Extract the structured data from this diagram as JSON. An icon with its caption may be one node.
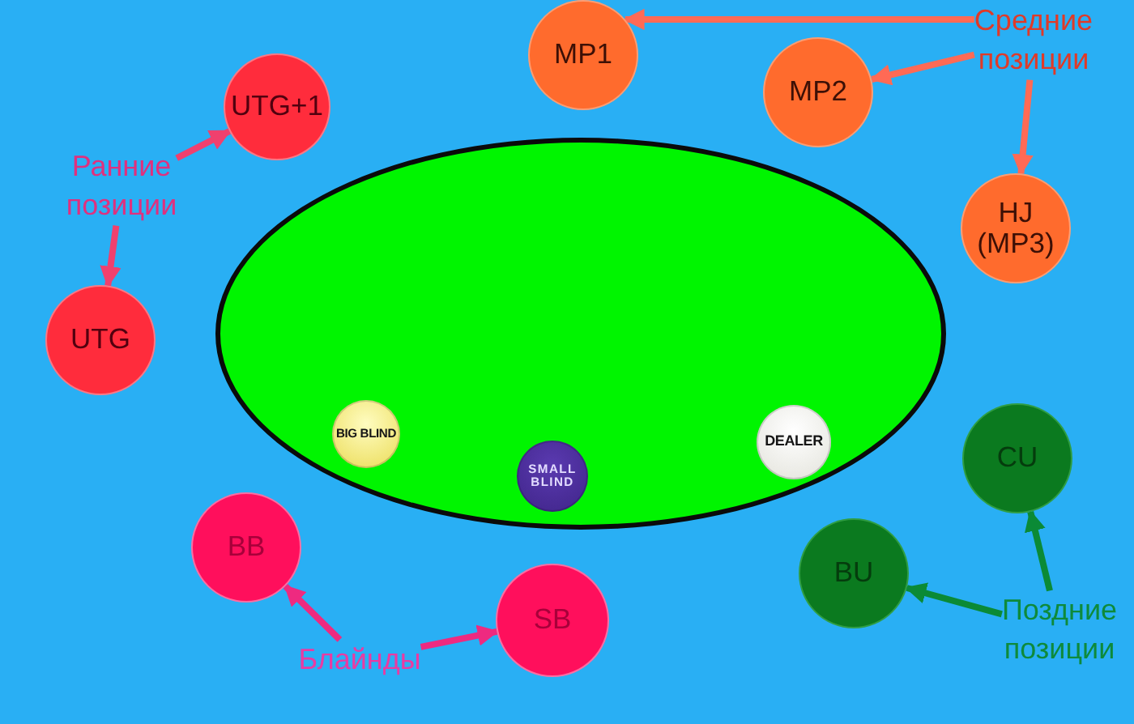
{
  "diagram": {
    "nodes": [
      {
        "text": [
          "MP1"
        ]
      },
      {
        "text": [
          "Средние позиции"
        ]
      },
      {
        "text": [
          "MP2"
        ]
      },
      {
        "text": [
          "UTG+1"
        ]
      },
      {
        "text": [],
        "shape": "ellipse"
      },
      {
        "text": [
          "Ранние позиции"
        ]
      },
      {
        "text": [
          "HJ (MP3)"
        ]
      },
      {
        "text": [
          "UTG"
        ]
      },
      {
        "text": [
          "BIG BLIND"
        ],
        "in": 4
      },
      {
        "text": [
          "DEALER"
        ],
        "in": 4
      },
      {
        "text": [
          "SMALL BLIND"
        ],
        "in": 4
      },
      {
        "text": [
          "CU"
        ]
      },
      {
        "text": [
          "BB"
        ]
      },
      {
        "text": [
          "BU"
        ]
      },
      {
        "text": [
          "SB"
        ]
      },
      {
        "text": [
          "Поздние позиции"
        ]
      },
      {
        "text": [
          "Блайнды"
        ]
      }
    ],
    "edges": [
      {
        "from": 1,
        "to": 0,
        "arrow": "to",
        "color": "#ff6a55"
      },
      {
        "from": 1,
        "to": 2,
        "arrow": "to",
        "color": "#ff6a55"
      },
      {
        "from": 1,
        "to": 6,
        "arrow": "to",
        "color": "#ff6a55"
      },
      {
        "from": 5,
        "to": 3,
        "arrow": "to",
        "color": "#f0406e"
      },
      {
        "from": 5,
        "to": 7,
        "arrow": "to",
        "color": "#f0406e"
      },
      {
        "from": 16,
        "to": 12,
        "arrow": "to",
        "color": "#ee2a80"
      },
      {
        "from": 16,
        "to": 14,
        "arrow": "to",
        "color": "#ee2a80"
      },
      {
        "from": 15,
        "to": 11,
        "arrow": "to",
        "color": "#0b8a36"
      },
      {
        "from": 15,
        "to": 13,
        "arrow": "to",
        "color": "#0b8a36"
      }
    ]
  }
}
